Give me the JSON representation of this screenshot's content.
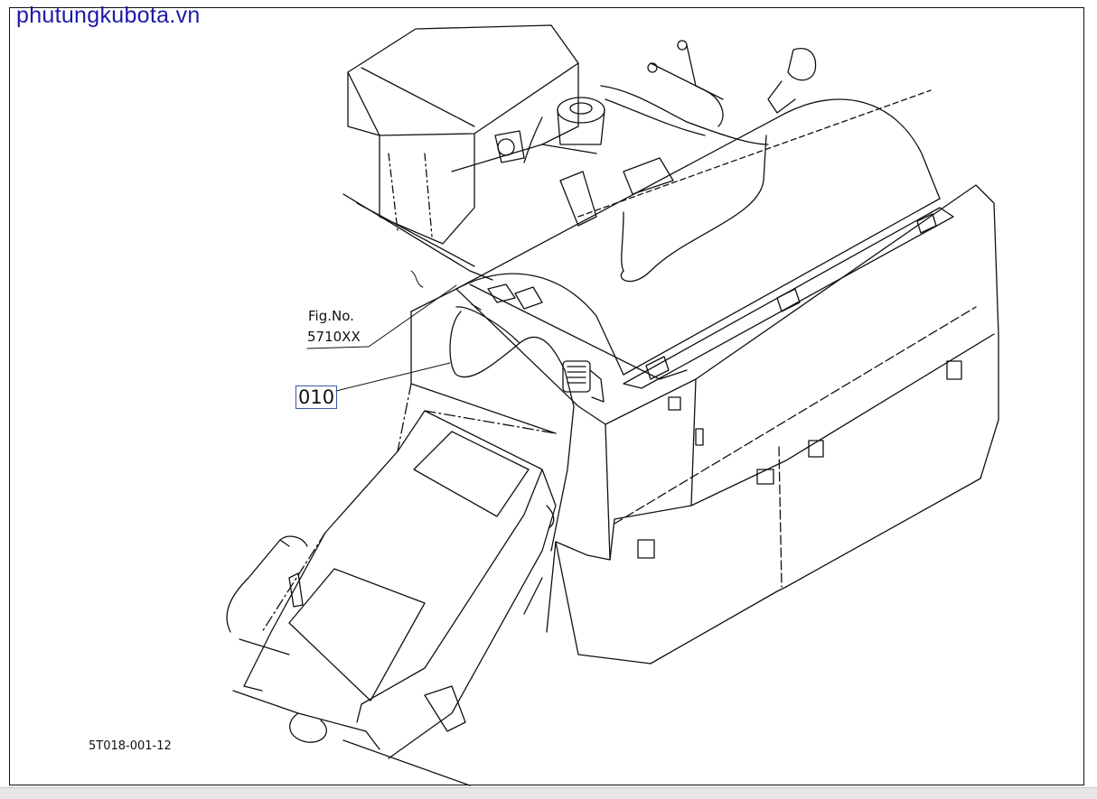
{
  "watermark": "phutungkubota.vn",
  "figure_reference": {
    "label": "Fig.No.",
    "number": "5710XX"
  },
  "part_callout": "010",
  "drawing_code": "5T018-001-12",
  "colors": {
    "line": "#111111",
    "watermark": "#1a1aa8",
    "callout_box": "#3a5a9a"
  }
}
